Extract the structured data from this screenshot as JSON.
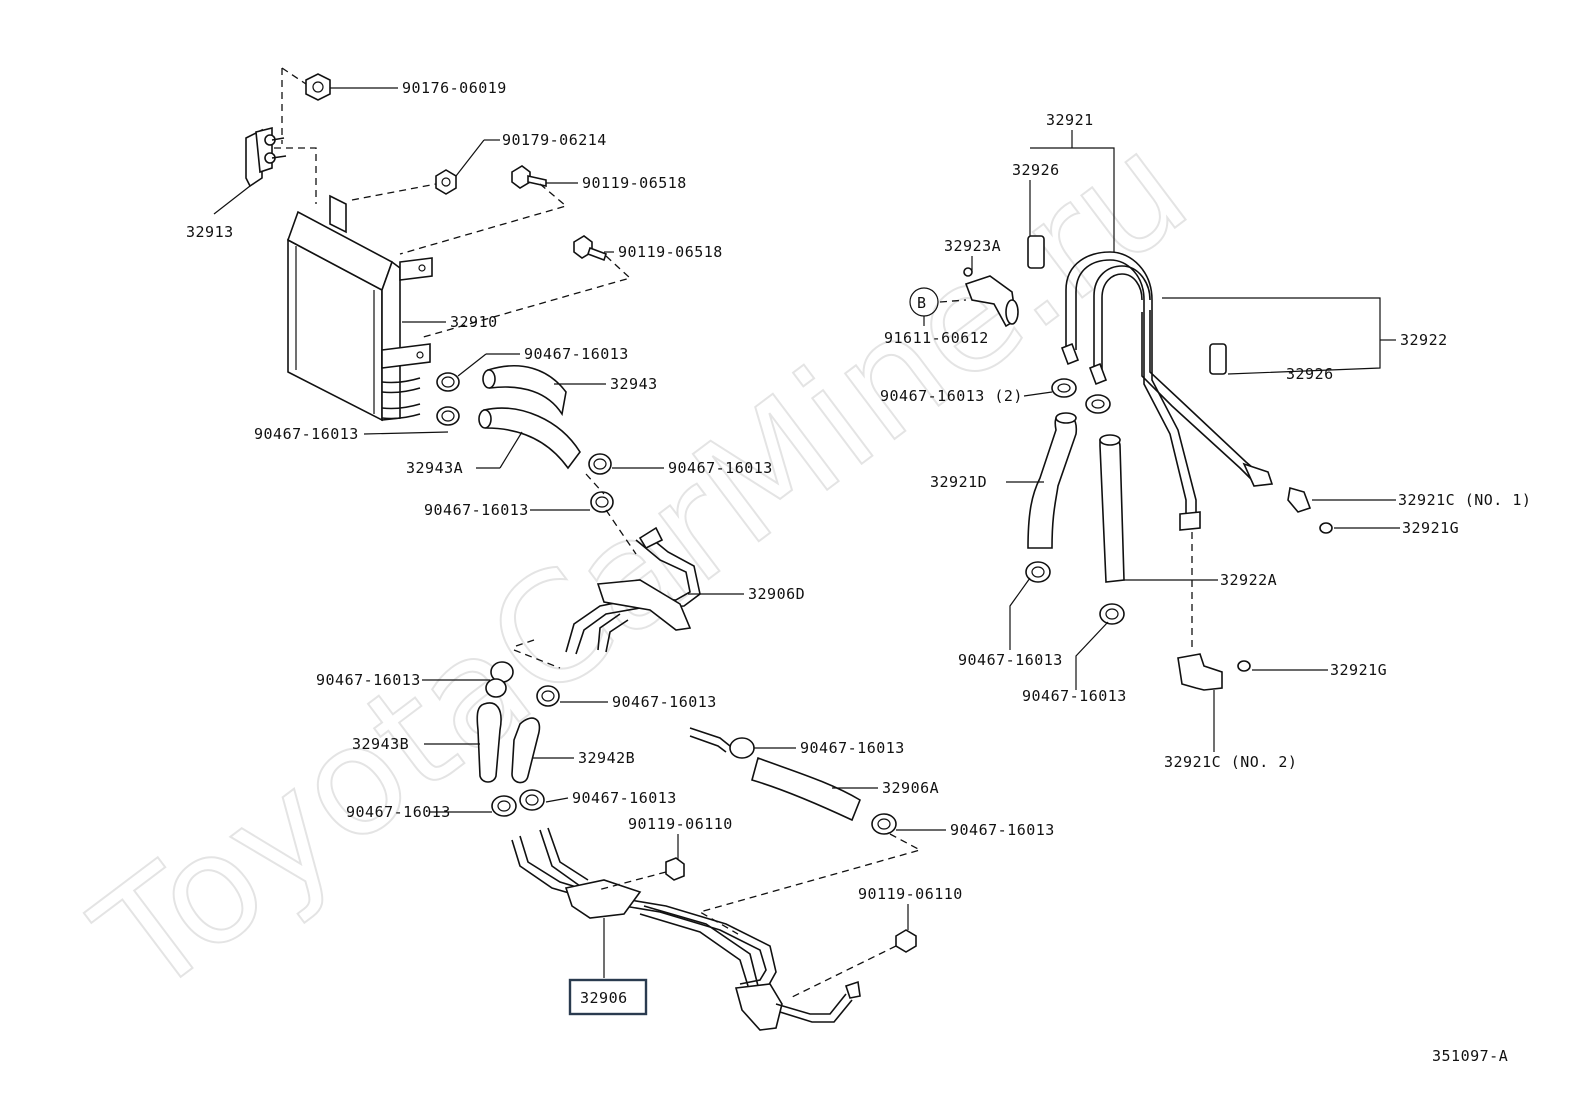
{
  "watermark": "ToyotaCarMine.ru",
  "diagram_code": "351097-A",
  "circle_marker": "B",
  "labels": {
    "p90176_06019": "90176-06019",
    "p90179_06214": "90179-06214",
    "p90119_06518_a": "90119-06518",
    "p90119_06518_b": "90119-06518",
    "p32913": "32913",
    "p32910": "32910",
    "p90467_a": "90467-16013",
    "p32943": "32943",
    "p90467_b": "90467-16013",
    "p32943A": "32943A",
    "p90467_c": "90467-16013",
    "p90467_d": "90467-16013",
    "p32906D": "32906D",
    "p90467_e": "90467-16013",
    "p90467_f": "90467-16013",
    "p32943B": "32943B",
    "p32942B": "32942B",
    "p90467_g": "90467-16013",
    "p90467_h": "90467-16013",
    "p90119_06110_a": "90119-06110",
    "p90467_i": "90467-16013",
    "p32906A": "32906A",
    "p90467_j": "90467-16013",
    "p90119_06110_b": "90119-06110",
    "p32906": "32906",
    "p32921": "32921",
    "p32926_a": "32926",
    "p32923A": "32923A",
    "p91611_60612": "91611-60612",
    "p32922": "32922",
    "p32926_b": "32926",
    "p90467_k": "90467-16013 (2)",
    "p32921D": "32921D",
    "p32921C1": "32921C (NO. 1)",
    "p32921G_a": "32921G",
    "p32922A": "32922A",
    "p90467_l": "90467-16013",
    "p90467_m": "90467-16013",
    "p32921G_b": "32921G",
    "p32921C2": "32921C (NO. 2)"
  }
}
